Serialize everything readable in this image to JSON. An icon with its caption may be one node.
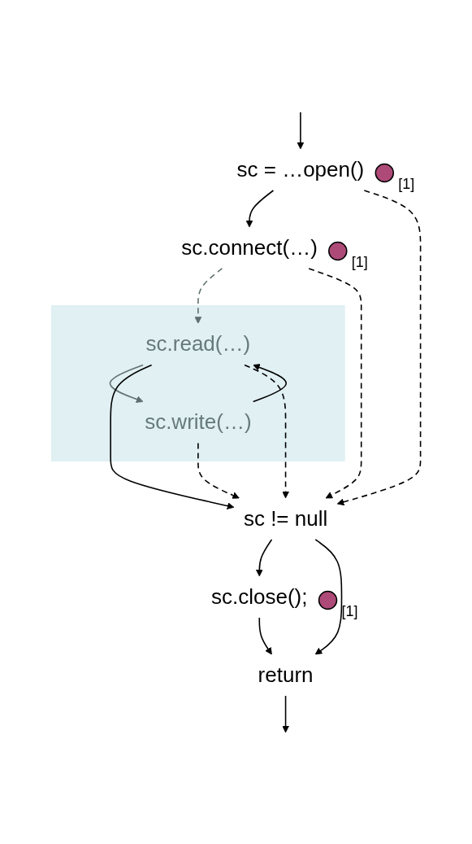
{
  "diagram": {
    "nodes": [
      {
        "text": [
          "sc = …open()"
        ],
        "beside": [
          "[1]"
        ]
      },
      {
        "text": [
          "sc.connect(…)"
        ],
        "beside": [
          "[1]"
        ]
      },
      {
        "text": [],
        "shape": "box"
      },
      {
        "text": [
          "sc.read(…)"
        ],
        "in": 2
      },
      {
        "text": [
          "sc.write(…)"
        ],
        "in": 2
      },
      {
        "text": [
          "sc != null"
        ]
      },
      {
        "text": [
          "sc.close();"
        ],
        "beside": [
          "[1]"
        ]
      },
      {
        "text": [
          "return"
        ]
      }
    ],
    "edges": [
      {
        "from": null,
        "to": 0,
        "arrow": "to"
      },
      {
        "from": 0,
        "to": 1,
        "arrow": "to"
      },
      {
        "from": 1,
        "to": 3,
        "arrow": "to",
        "style": "dashed",
        "color": "#607070"
      },
      {
        "from": 3,
        "to": 4,
        "arrow": "to",
        "color": "#607070"
      },
      {
        "from": 4,
        "to": 3,
        "arrow": "to"
      },
      {
        "from": 4,
        "to": 5,
        "arrow": "to",
        "style": "dashed"
      },
      {
        "from": 3,
        "to": 5,
        "arrow": "to"
      },
      {
        "from": 0,
        "to": 5,
        "arrow": "to",
        "style": "dashed"
      },
      {
        "from": 1,
        "to": 5,
        "arrow": "to",
        "style": "dashed"
      },
      {
        "from": 3,
        "to": 5,
        "arrow": "to",
        "style": "dashed"
      },
      {
        "from": 5,
        "to": 6,
        "arrow": "to"
      },
      {
        "from": 5,
        "to": 7,
        "arrow": "to"
      },
      {
        "from": 6,
        "to": 7,
        "arrow": "to"
      },
      {
        "from": 7,
        "to": null,
        "arrow": "to"
      }
    ]
  }
}
